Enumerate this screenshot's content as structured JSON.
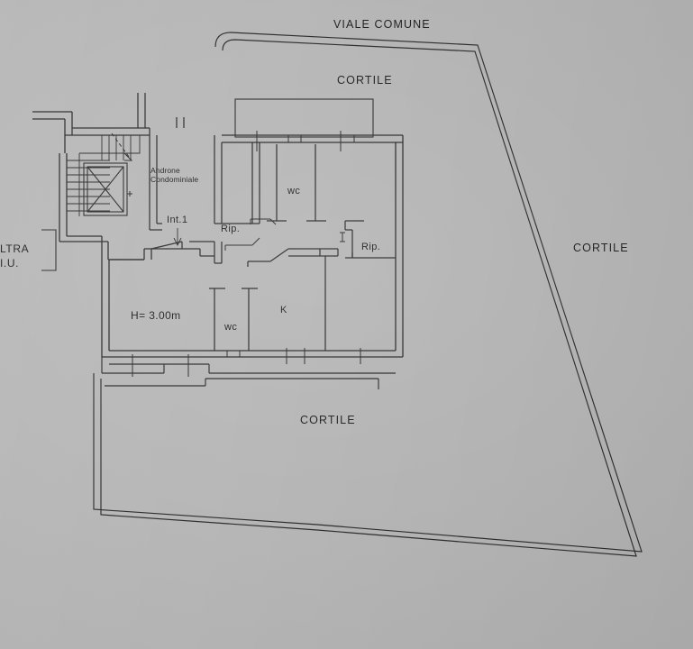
{
  "document": {
    "type": "architectural-floor-plan",
    "background_color": "#b6b6b6",
    "ink_color": "#262626"
  },
  "labels": {
    "street_top": "VIALE COMUNE",
    "courtyard_top": "CORTILE",
    "courtyard_right": "CORTILE",
    "courtyard_bottom": "CORTILE",
    "common_hallway": "Androne\nCondominiale",
    "unit_number": "Int.1",
    "storage_left": "Rip.",
    "storage_right": "Rip.",
    "bathroom_upper": "wc",
    "bathroom_lower": "wc",
    "kitchen": "K",
    "ceiling_height": "H= 3.00m",
    "adjacent_unit": "LTRA\nI.U."
  },
  "rooms": [
    {
      "name": "Androne Condominiale",
      "label": "Androne\nCondominiale"
    },
    {
      "name": "Int.1",
      "label": "Int.1"
    },
    {
      "name": "Ripostiglio left",
      "label": "Rip."
    },
    {
      "name": "Ripostiglio right",
      "label": "Rip."
    },
    {
      "name": "Bagno upper",
      "label": "wc"
    },
    {
      "name": "Bagno lower",
      "label": "wc"
    },
    {
      "name": "Cucina",
      "label": "K"
    }
  ],
  "annotations": [
    {
      "name": "ceiling-height",
      "text": "H= 3.00m"
    },
    {
      "name": "street-name",
      "text": "VIALE COMUNE"
    }
  ]
}
